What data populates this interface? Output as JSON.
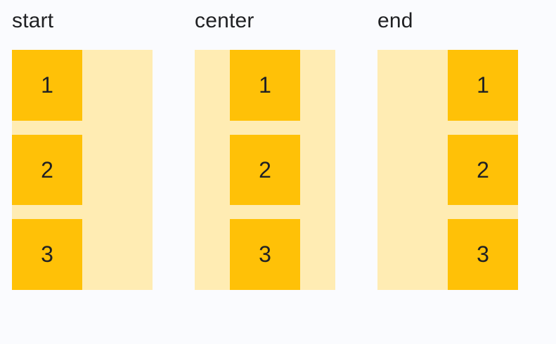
{
  "page": {
    "background_color": "#fafbfe",
    "text_color": "#202124"
  },
  "colors": {
    "container_fill": "#ffecb3",
    "item_fill": "#ffc107"
  },
  "groups": [
    {
      "label": "start",
      "alignment": "start",
      "items": [
        "1",
        "2",
        "3"
      ]
    },
    {
      "label": "center",
      "alignment": "center",
      "items": [
        "1",
        "2",
        "3"
      ]
    },
    {
      "label": "end",
      "alignment": "end",
      "items": [
        "1",
        "2",
        "3"
      ]
    }
  ]
}
